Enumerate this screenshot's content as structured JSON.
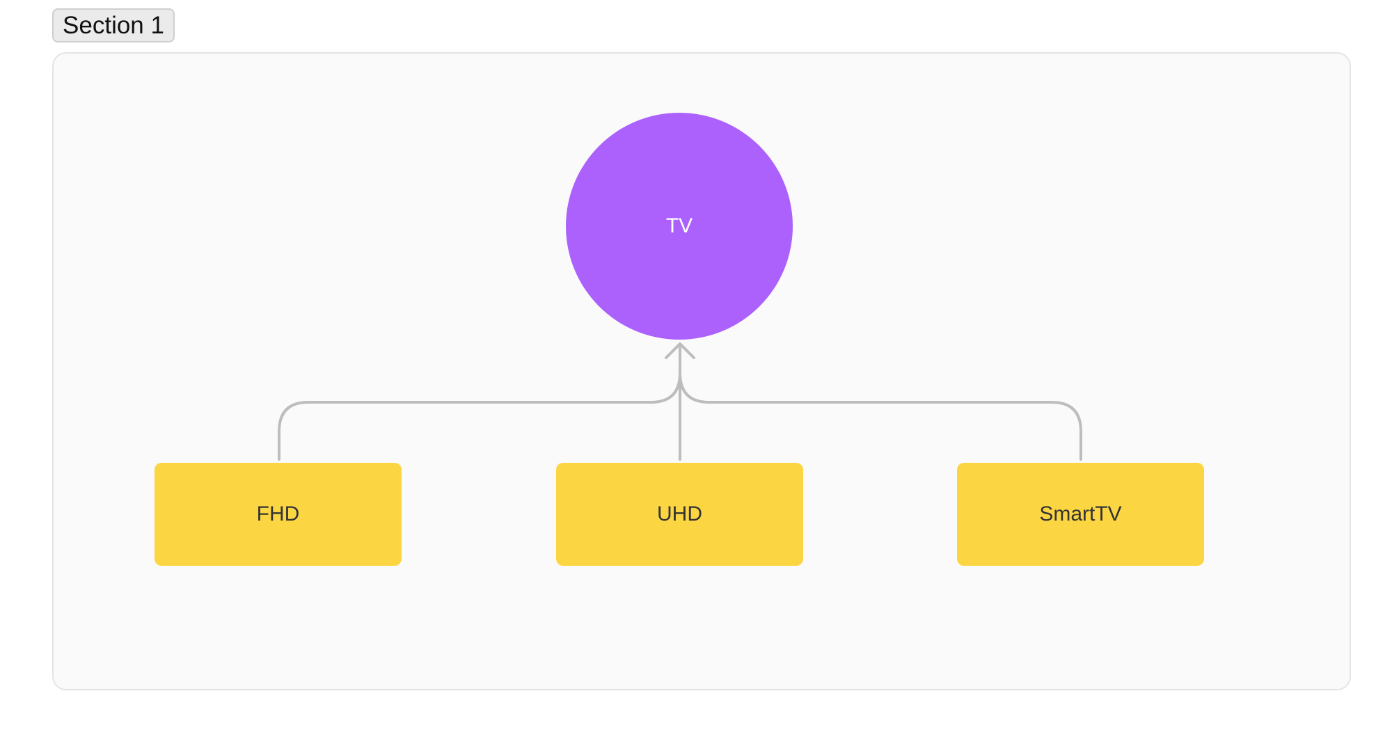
{
  "section": {
    "label": "Section 1"
  },
  "diagram": {
    "root": {
      "label": "TV",
      "color": "#ac61fc"
    },
    "children": [
      {
        "label": "FHD",
        "color": "#fcd642"
      },
      {
        "label": "UHD",
        "color": "#fcd642"
      },
      {
        "label": "SmartTV",
        "color": "#fcd642"
      }
    ],
    "connector_color": "#bdbdbd",
    "relation": "children point to parent (inheritance)"
  }
}
